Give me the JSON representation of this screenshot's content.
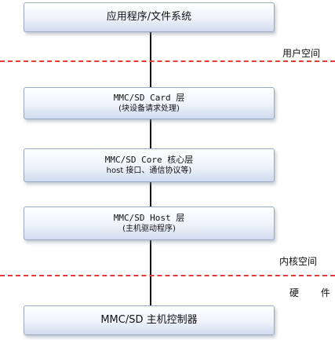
{
  "layers": {
    "top": {
      "label": "应用程序/文件系统"
    },
    "card": {
      "title": "MMC/SD Card 层",
      "subtitle": "(块设备请求处理)"
    },
    "core": {
      "title": "MMC/SD Core 核心层",
      "subtitle": "host 接口、通信协议等)"
    },
    "host": {
      "title": "MMC/SD Host 层",
      "subtitle": "(主机驱动程序)"
    },
    "controller": {
      "label": "MMC/SD 主机控制器"
    }
  },
  "regions": {
    "user_space": "用户空间",
    "kernel_space": "内核空间",
    "hardware": "硬 件"
  },
  "colors": {
    "divider": "#e33b3b",
    "box_border": "#9aa9bd",
    "box_fill": "#dce6f5"
  }
}
